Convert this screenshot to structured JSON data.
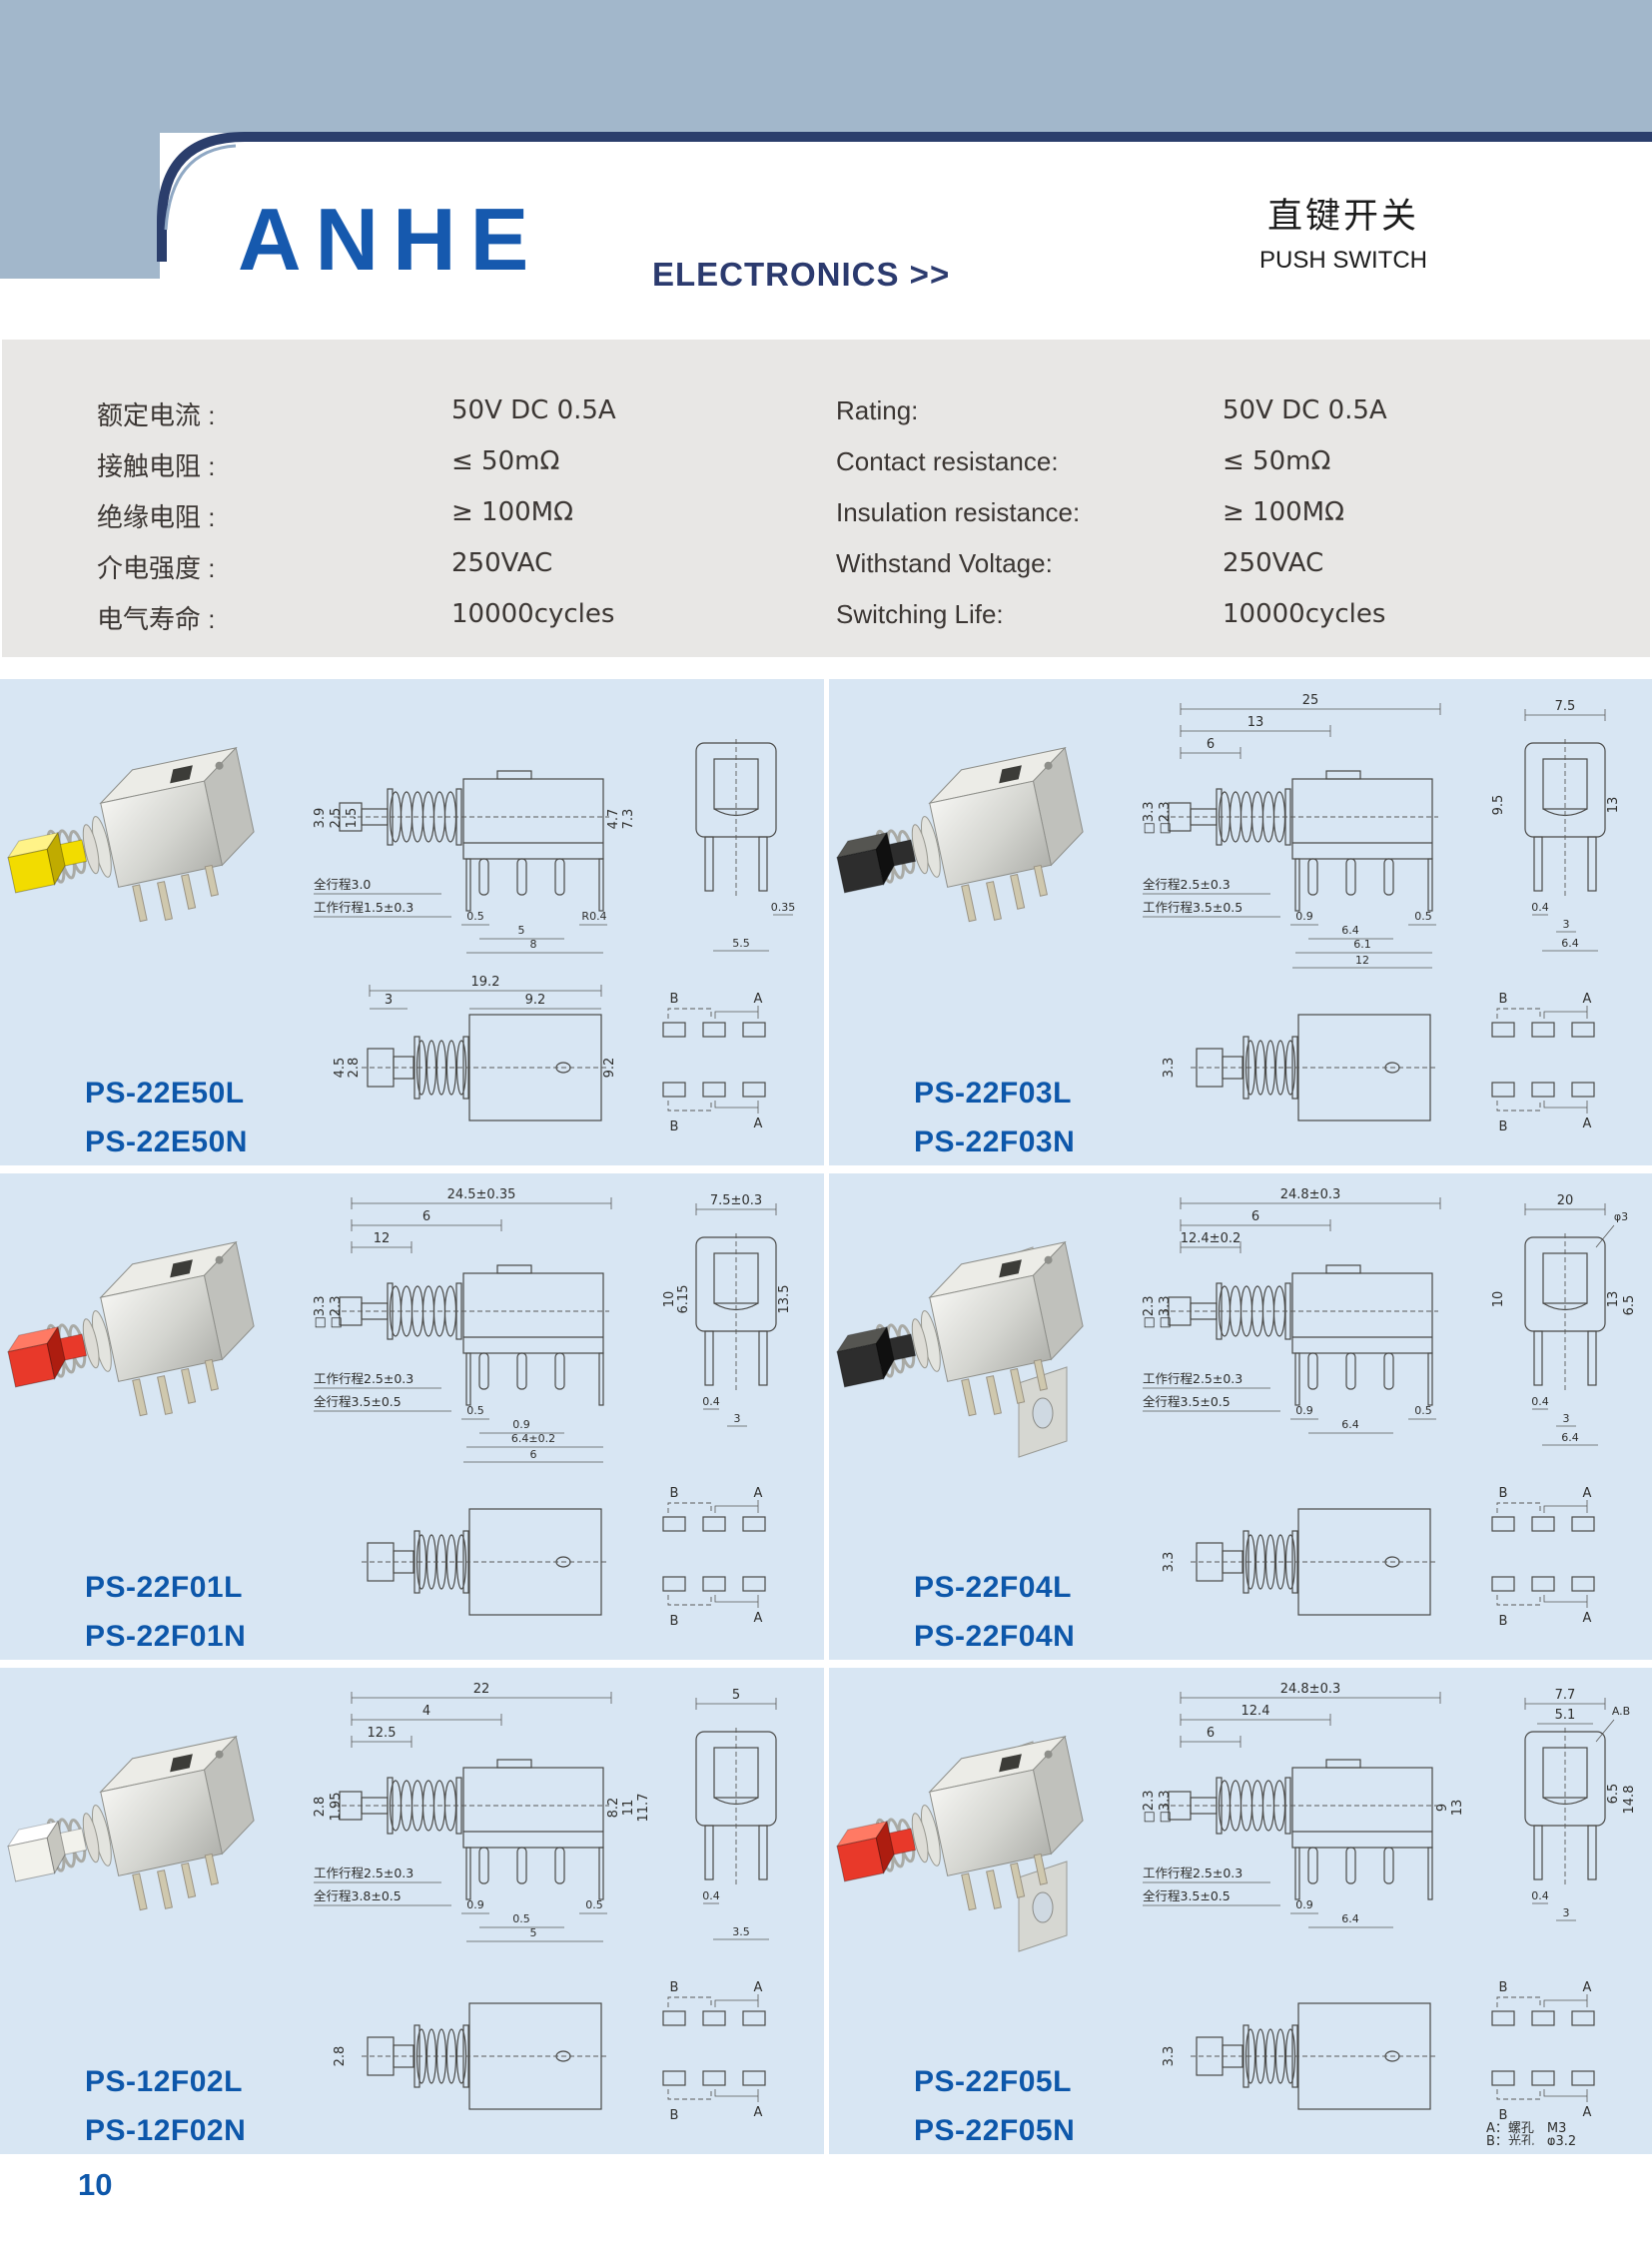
{
  "page": {
    "page_number": "10",
    "bg_top": "#a2b7cb",
    "accent_navy": "#2b3e6c",
    "brand_blue": "#1659ae",
    "label_blue": "#0d57aa",
    "cell_bg": "#d8e6f3"
  },
  "header": {
    "logo_text": "ANHE",
    "logo_sub": "ELECTRONICS >>",
    "title_cn": "直键开关",
    "title_en": "PUSH SWITCH"
  },
  "specs": {
    "rows": [
      {
        "cn": "额定电流 :",
        "cnv": "50V DC 0.5A",
        "en": "Rating:",
        "env": "50V DC 0.5A"
      },
      {
        "cn": "接触电阻 :",
        "cnv": "≤ 50mΩ",
        "en": "Contact resistance:",
        "env": "≤ 50mΩ"
      },
      {
        "cn": "绝缘电阻 :",
        "cnv": "≥ 100MΩ",
        "en": "Insulation resistance:",
        "env": "≥ 100MΩ"
      },
      {
        "cn": "介电强度 :",
        "cnv": "250VAC",
        "en": "Withstand Voltage:",
        "env": "250VAC"
      },
      {
        "cn": "电气寿命 :",
        "cnv": "10000cycles",
        "en": "Switching Life:",
        "env": "10000cycles"
      }
    ]
  },
  "cells": [
    {
      "l": "PS-22E50L",
      "n": "PS-22E50N",
      "photo": {
        "c": "#f2dc00",
        "c_light": "#fff388",
        "c_dark": "#c0ab00",
        "bracket": "none"
      },
      "circuit": {
        "a": "A",
        "b": "B"
      },
      "dims": {
        "v1": "3.9",
        "v2": "2.5",
        "v3": "1.5",
        "s1": "全行程3.0",
        "s2": "工作行程1.5±0.3",
        "p1": "0.5",
        "p2": "5",
        "p3": "R0.4",
        "p4": "8",
        "h1": "4.7",
        "h2": "7.3",
        "f5": "5.5",
        "f6": "0.35",
        "b1": "19.2",
        "b2": "9.2",
        "b3": "3",
        "bv1": "4.5",
        "bv2": "2.8",
        "bv3": "9.2"
      }
    },
    {
      "l": "PS-22F03L",
      "n": "PS-22F03N",
      "photo": {
        "c": "#2d2d2d",
        "c_light": "#555551",
        "c_dark": "#101010",
        "bracket": "none"
      },
      "circuit": {
        "a": "A",
        "b": "B"
      },
      "dims": {
        "a": "25",
        "b": "13",
        "c": "6",
        "v1": "□3.3",
        "v2": "□2.3",
        "s1": "全行程2.5±0.3",
        "s2": "工作行程3.5±0.5",
        "p1": "0.9",
        "p2": "6.4",
        "p3": "0.5",
        "p4": "6.1",
        "p5": "12",
        "f1": "7.5",
        "fv1": "9.5",
        "fv2": "13",
        "f3": "0.4",
        "f4": "3",
        "f5": "6.4",
        "bv1": "3.3"
      }
    },
    {
      "l": "PS-22F01L",
      "n": "PS-22F01N",
      "photo": {
        "c": "#e8392a",
        "c_light": "#ff7a64",
        "c_dark": "#ad1d10",
        "bracket": "none"
      },
      "circuit": {
        "a": "A",
        "b": "B"
      },
      "dims": {
        "a": "24.5±0.35",
        "b": "6",
        "c": "12",
        "v1": "□3.3",
        "v2": "□2.3",
        "s1": "工作行程2.5±0.3",
        "s2": "全行程3.5±0.5",
        "p1": "0.5",
        "p2": "0.9",
        "p4": "6.4±0.2",
        "p5": "6",
        "f1": "7.5±0.3",
        "fv0": "6.15",
        "fv1": "10",
        "fv2": "13.5",
        "f3": "0.4",
        "f4": "3"
      }
    },
    {
      "l": "PS-22F04L",
      "n": "PS-22F04N",
      "photo": {
        "c": "#2d2d2d",
        "c_light": "#555551",
        "c_dark": "#101010",
        "bracket": "inline"
      },
      "circuit": {
        "a": "A",
        "b": "B"
      },
      "dims": {
        "a": "24.8±0.3",
        "b": "6",
        "c": "12.4±0.2",
        "v1": "□2.3",
        "v2": "□3.3",
        "s1": "工作行程2.5±0.3",
        "s2": "全行程3.5±0.5",
        "p1": "0.9",
        "p2": "6.4",
        "p3": "0.5",
        "f1": "20",
        "fab": "φ3",
        "fv1": "10",
        "fv2": "13",
        "fv3": "6.5",
        "f3": "0.4",
        "f4": "3",
        "f5": "6.4",
        "bv1": "3.3"
      }
    },
    {
      "l": "PS-12F02L",
      "n": "PS-12F02N",
      "photo": {
        "c": "#f2f2ec",
        "c_light": "#ffffff",
        "c_dark": "#c6c6bf",
        "bracket": "none"
      },
      "circuit": {
        "a": "A",
        "b": "B"
      },
      "dims": {
        "a": "22",
        "b": "4",
        "c": "12.5",
        "v1": "2.8",
        "v2": "1.95",
        "s1": "工作行程2.5±0.3",
        "s2": "全行程3.8±0.5",
        "p1": "0.9",
        "p2": "0.5",
        "p3": "0.5",
        "p4": "5",
        "h1": "8.2",
        "h2": "11",
        "h3": "11.7",
        "f1": "5",
        "f3": "0.4",
        "f5": "3.5",
        "bv1": "2.8"
      }
    },
    {
      "l": "PS-22F05L",
      "n": "PS-22F05N",
      "photo": {
        "c": "#e8392a",
        "c_light": "#ff7a64",
        "c_dark": "#ad1d10",
        "bracket": "inline"
      },
      "circuit": {
        "a": "A",
        "b": "B"
      },
      "dims": {
        "a": "24.8±0.3",
        "b": "12.4",
        "c": "6",
        "v1": "□2.3",
        "v2": "□3.3",
        "s1": "工作行程2.5±0.3",
        "s2": "全行程3.5±0.5",
        "p1": "0.9",
        "p2": "6.4",
        "h1": "9",
        "h2": "13",
        "f1": "7.7",
        "f2": "5.1",
        "fab": "A.B",
        "fv2": "6.5",
        "fv3": "14.8",
        "f3": "0.4",
        "f4": "3",
        "bv1": "3.3",
        "notes1": "A：螺孔　M3",
        "notes2": "B：光孔　φ3.2"
      }
    }
  ]
}
